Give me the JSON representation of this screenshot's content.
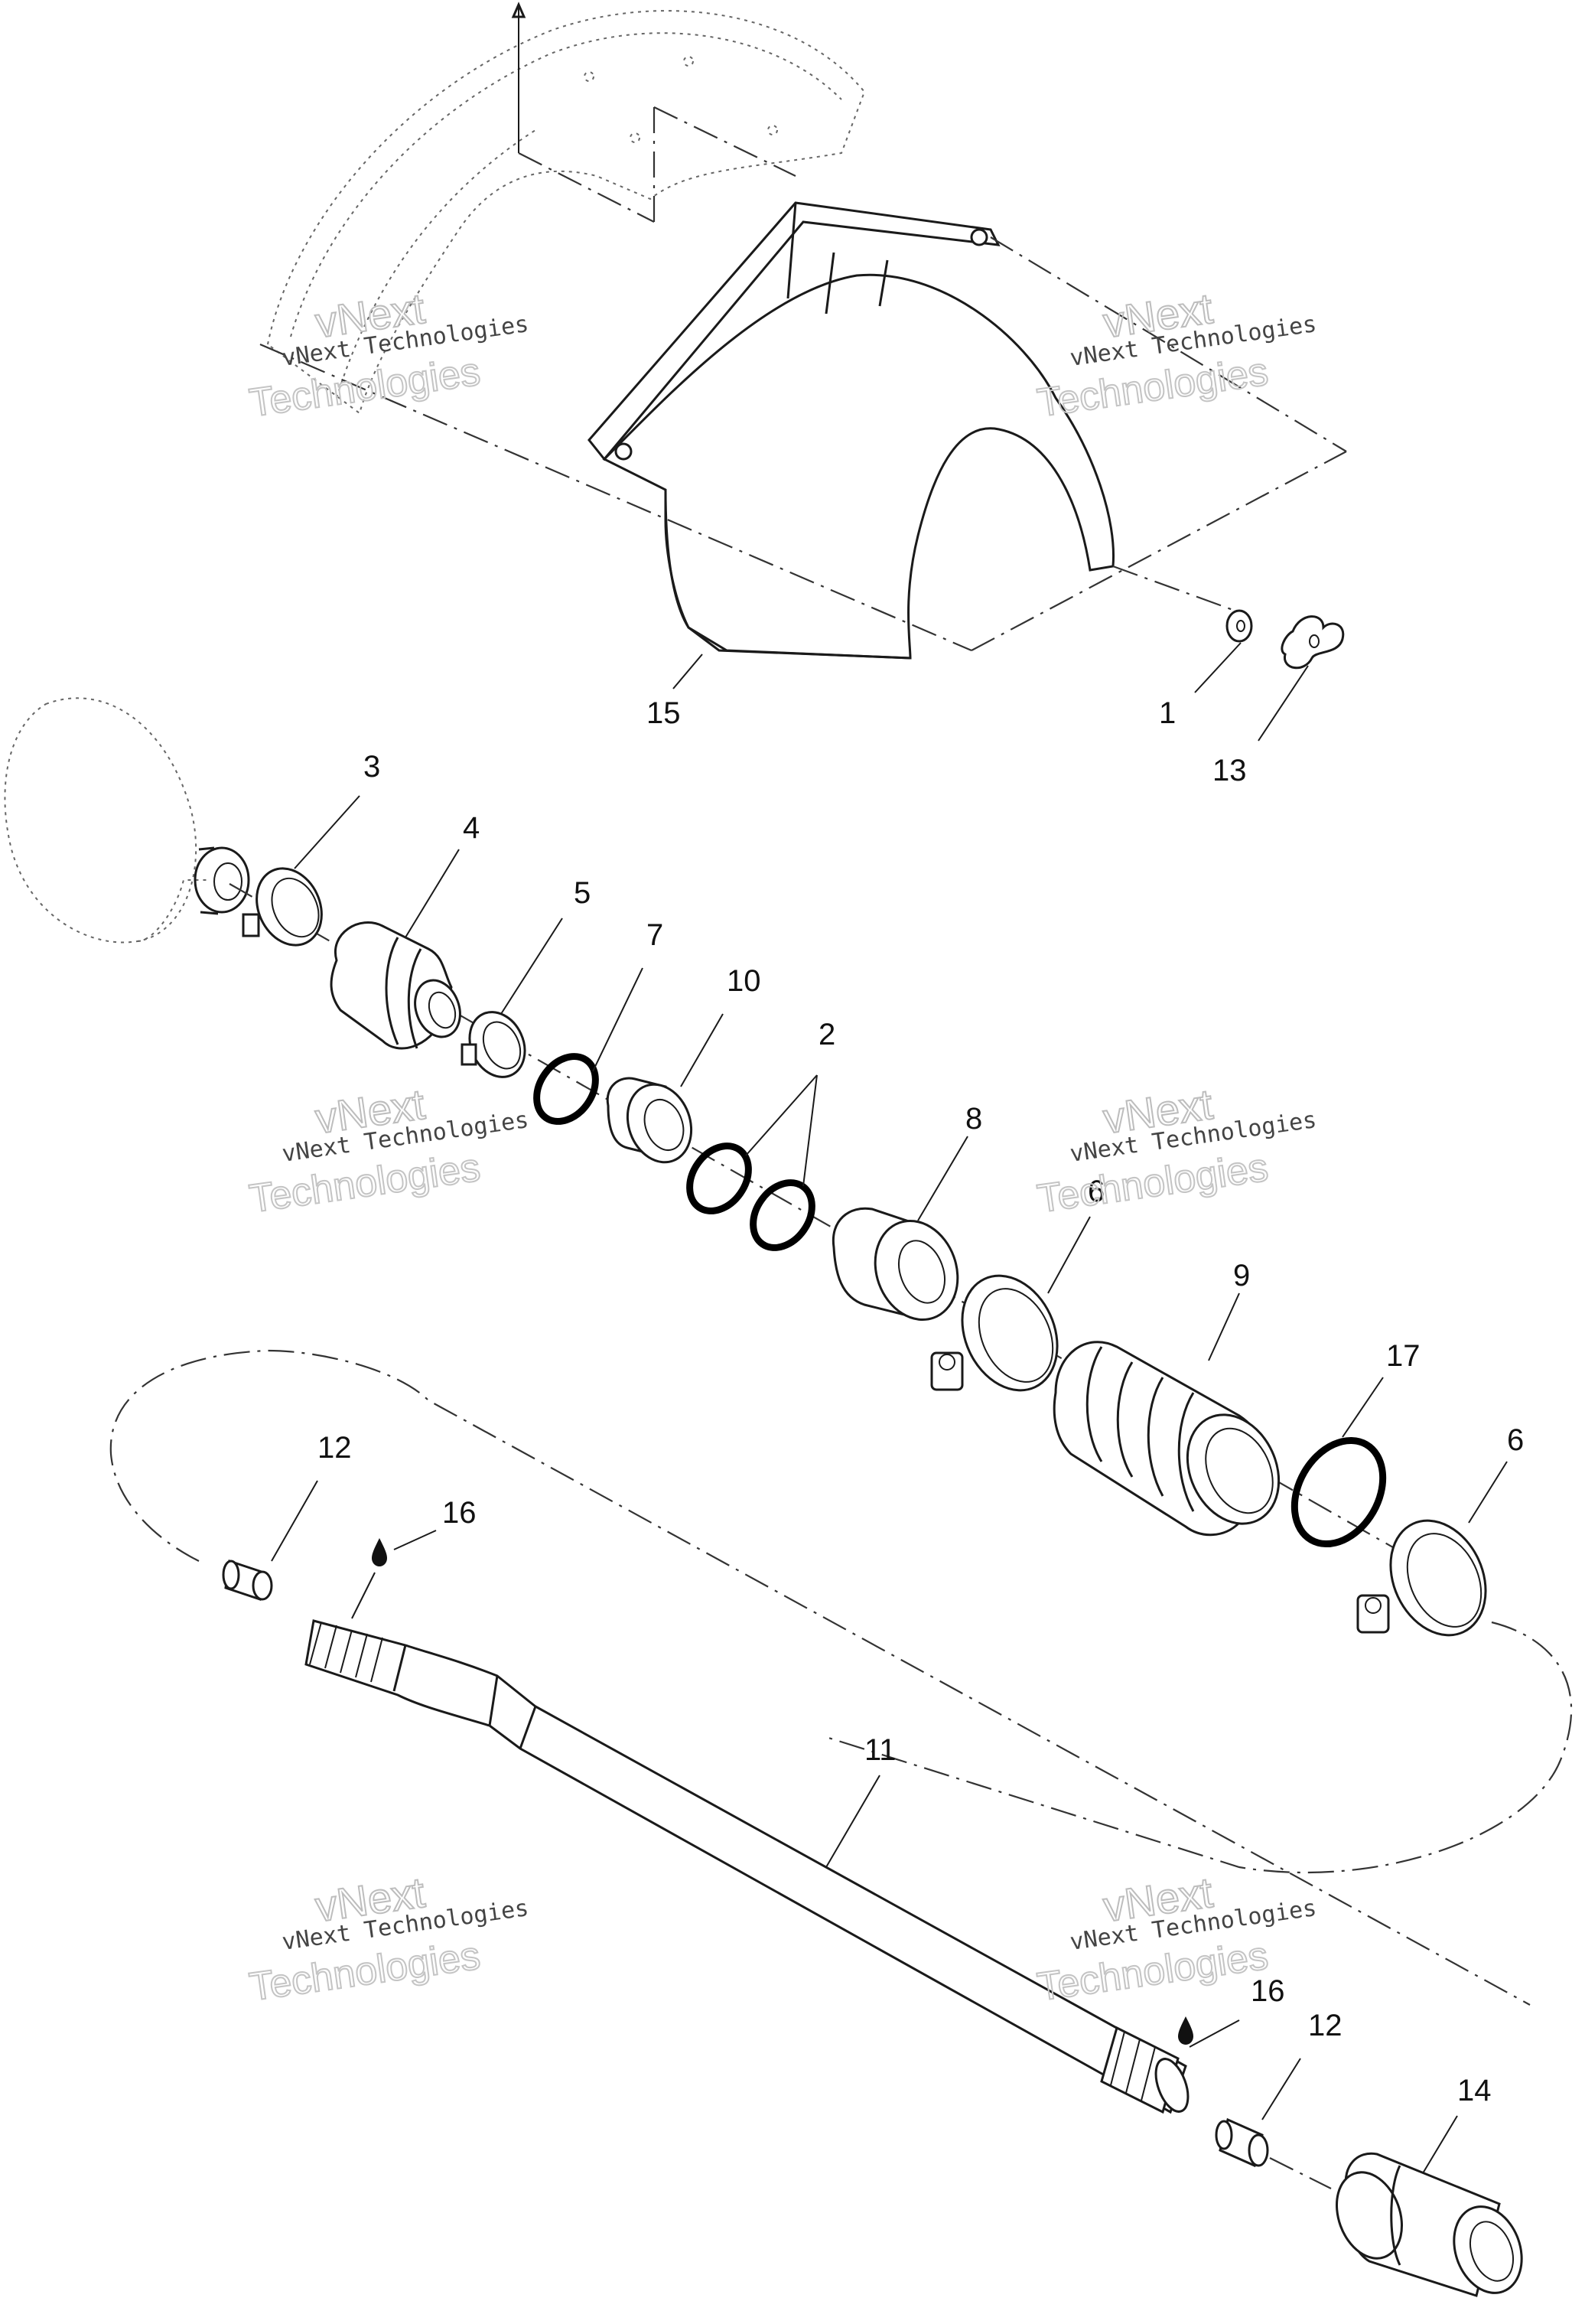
{
  "callouts": {
    "c1": "1",
    "c2": "2",
    "c3": "3",
    "c4": "4",
    "c5": "5",
    "c6a": "6",
    "c6b": "6",
    "c7": "7",
    "c8": "8",
    "c9": "9",
    "c10": "10",
    "c11": "11",
    "c12a": "12",
    "c12b": "12",
    "c13": "13",
    "c14": "14",
    "c15": "15",
    "c16a": "16",
    "c16b": "16",
    "c17": "17"
  },
  "watermark": {
    "line1": "vNext Technologies",
    "line2": "vNext",
    "line3": "Technologies"
  }
}
